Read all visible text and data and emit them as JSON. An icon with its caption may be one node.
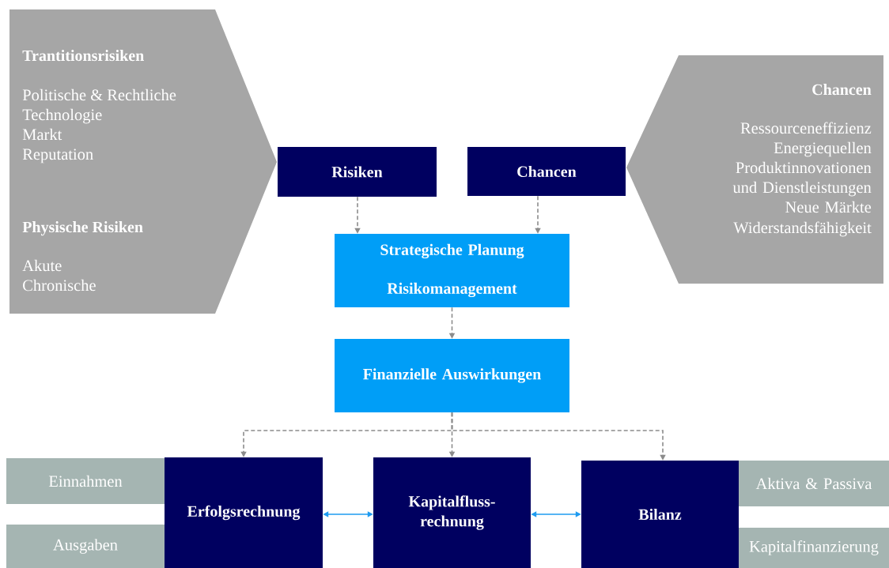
{
  "diagram": {
    "nodes": [
      {
        "text": [
          "Trantitionsrisiken",
          "Politische & Rechtliche",
          "Technologie",
          "Markt",
          "Reputation",
          "Physische Risiken",
          "Akute",
          "Chronische"
        ]
      },
      {
        "text": [
          "Chancen",
          "Ressourceneffizienz",
          "Energiequellen",
          "Produktinnovationen und Dienstleistungen",
          "Neue Märkte",
          "Widerstandsfähigkeit"
        ]
      },
      {
        "text": [
          "Risiken"
        ]
      },
      {
        "text": [
          "Chancen"
        ]
      },
      {
        "text": [
          "Strategische Planung",
          "Risikomanagement"
        ]
      },
      {
        "text": [
          "Finanzielle Auswirkungen"
        ]
      },
      {
        "text": [
          "Einnahmen"
        ]
      },
      {
        "text": [
          "Ausgaben"
        ]
      },
      {
        "text": [
          "Erfolgsrechnung"
        ]
      },
      {
        "text": [
          "Kapitalfluss-rechnung"
        ]
      },
      {
        "text": [
          "Bilanz"
        ]
      },
      {
        "text": [
          "Aktiva & Passiva"
        ]
      },
      {
        "text": [
          "Kapitalfinanzierung"
        ]
      }
    ],
    "edges": [
      {
        "from": 2,
        "to": 4,
        "arrow": "to",
        "style": "dashed"
      },
      {
        "from": 3,
        "to": 4,
        "arrow": "to",
        "style": "dashed"
      },
      {
        "from": 4,
        "to": 5,
        "arrow": "to",
        "style": "dashed"
      },
      {
        "from": 5,
        "to": 8,
        "arrow": "to",
        "style": "dashed"
      },
      {
        "from": 5,
        "to": 9,
        "arrow": "to",
        "style": "dashed"
      },
      {
        "from": 5,
        "to": 10,
        "arrow": "to",
        "style": "dashed"
      },
      {
        "from": 8,
        "to": 9,
        "arrow": "both",
        "color": "#1e9bf0"
      },
      {
        "from": 9,
        "to": 10,
        "arrow": "both",
        "color": "#1e9bf0"
      }
    ]
  }
}
